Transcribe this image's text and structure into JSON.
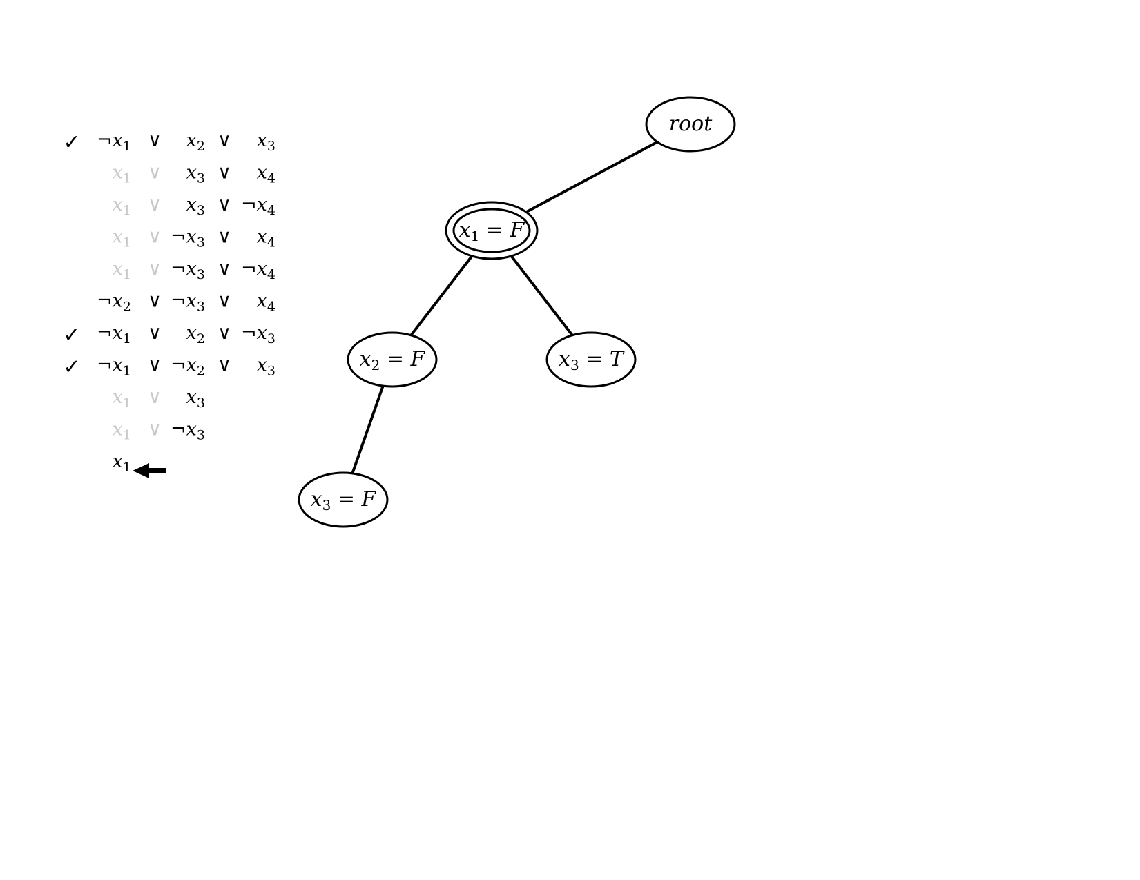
{
  "colors": {
    "ink": "#000000",
    "faded": "#c8c8c8",
    "background": "#ffffff"
  },
  "clauses": [
    {
      "checked": true,
      "lits": [
        {
          "neg": true,
          "v": "x",
          "s": "1",
          "faded": false
        },
        {
          "neg": false,
          "v": "x",
          "s": "2",
          "faded": false
        },
        {
          "neg": false,
          "v": "x",
          "s": "3",
          "faded": false
        }
      ]
    },
    {
      "checked": false,
      "lits": [
        {
          "neg": false,
          "v": "x",
          "s": "1",
          "faded": true
        },
        {
          "neg": false,
          "v": "x",
          "s": "3",
          "faded": false
        },
        {
          "neg": false,
          "v": "x",
          "s": "4",
          "faded": false
        }
      ]
    },
    {
      "checked": false,
      "lits": [
        {
          "neg": false,
          "v": "x",
          "s": "1",
          "faded": true
        },
        {
          "neg": false,
          "v": "x",
          "s": "3",
          "faded": false
        },
        {
          "neg": true,
          "v": "x",
          "s": "4",
          "faded": false
        }
      ]
    },
    {
      "checked": false,
      "lits": [
        {
          "neg": false,
          "v": "x",
          "s": "1",
          "faded": true
        },
        {
          "neg": true,
          "v": "x",
          "s": "3",
          "faded": false
        },
        {
          "neg": false,
          "v": "x",
          "s": "4",
          "faded": false
        }
      ]
    },
    {
      "checked": false,
      "lits": [
        {
          "neg": false,
          "v": "x",
          "s": "1",
          "faded": true
        },
        {
          "neg": true,
          "v": "x",
          "s": "3",
          "faded": false
        },
        {
          "neg": true,
          "v": "x",
          "s": "4",
          "faded": false
        }
      ]
    },
    {
      "checked": false,
      "lits": [
        {
          "neg": true,
          "v": "x",
          "s": "2",
          "faded": false
        },
        {
          "neg": true,
          "v": "x",
          "s": "3",
          "faded": false
        },
        {
          "neg": false,
          "v": "x",
          "s": "4",
          "faded": false
        }
      ]
    },
    {
      "checked": true,
      "lits": [
        {
          "neg": true,
          "v": "x",
          "s": "1",
          "faded": false
        },
        {
          "neg": false,
          "v": "x",
          "s": "2",
          "faded": false
        },
        {
          "neg": true,
          "v": "x",
          "s": "3",
          "faded": false
        }
      ]
    },
    {
      "checked": true,
      "lits": [
        {
          "neg": true,
          "v": "x",
          "s": "1",
          "faded": false
        },
        {
          "neg": true,
          "v": "x",
          "s": "2",
          "faded": false
        },
        {
          "neg": false,
          "v": "x",
          "s": "3",
          "faded": false
        }
      ]
    },
    {
      "checked": false,
      "lits": [
        {
          "neg": false,
          "v": "x",
          "s": "1",
          "faded": true
        },
        {
          "neg": false,
          "v": "x",
          "s": "3",
          "faded": false
        }
      ]
    },
    {
      "checked": false,
      "lits": [
        {
          "neg": false,
          "v": "x",
          "s": "1",
          "faded": true
        },
        {
          "neg": true,
          "v": "x",
          "s": "3",
          "faded": false
        }
      ]
    },
    {
      "checked": false,
      "lits": [
        {
          "neg": false,
          "v": "x",
          "s": "1",
          "faded": false
        }
      ],
      "arrow": true
    }
  ],
  "symbols": {
    "check": "✓",
    "or": "∨",
    "not": "¬",
    "equals": "="
  },
  "tree": {
    "nodes": [
      {
        "id": "root",
        "label": "root",
        "var": "",
        "sub": "",
        "val": "",
        "double": false
      },
      {
        "id": "x1F",
        "label": "",
        "var": "x",
        "sub": "1",
        "val": "F",
        "double": true
      },
      {
        "id": "x2F",
        "label": "",
        "var": "x",
        "sub": "2",
        "val": "F",
        "double": false
      },
      {
        "id": "x3T",
        "label": "",
        "var": "x",
        "sub": "3",
        "val": "T",
        "double": false
      },
      {
        "id": "x3F",
        "label": "",
        "var": "x",
        "sub": "3",
        "val": "F",
        "double": false
      }
    ],
    "edges": [
      {
        "from": "root",
        "to": "x1F"
      },
      {
        "from": "x1F",
        "to": "x2F"
      },
      {
        "from": "x1F",
        "to": "x3T"
      },
      {
        "from": "x2F",
        "to": "x3F"
      }
    ]
  }
}
